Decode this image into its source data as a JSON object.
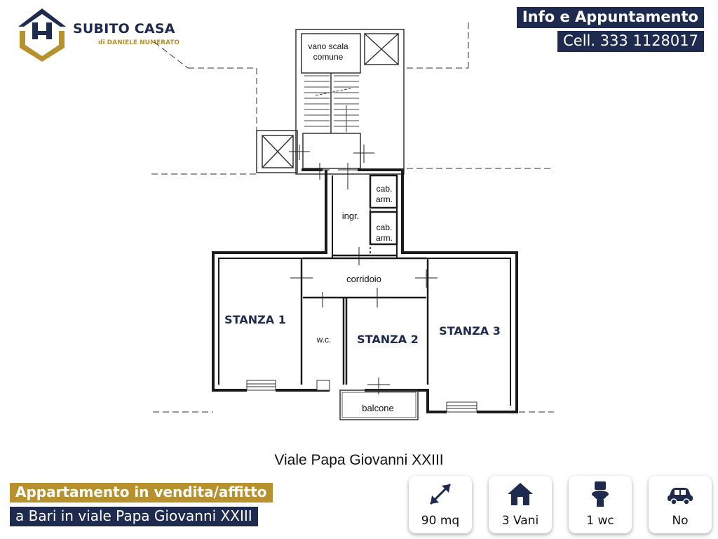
{
  "logo": {
    "name": "SUBITO CASA",
    "tagline": "di DANIELE NUMERATO"
  },
  "contact": {
    "title": "Info e Appuntamento",
    "phone": "Cell. 333 1128017"
  },
  "plan": {
    "labels": {
      "stair_line1": "vano scala",
      "stair_line2": "comune",
      "cab1_line1": "cab.",
      "cab1_line2": "arm.",
      "cab2_line1": "cab.",
      "cab2_line2": "arm.",
      "entrance": "ingr.",
      "corridor": "corridoio",
      "room1": "STANZA 1",
      "wc": "w.c.",
      "room2": "STANZA 2",
      "room3": "STANZA 3",
      "balcony": "balcone"
    },
    "street": "Viale Papa Giovanni XXIII"
  },
  "listing": {
    "title": "Appartamento in vendita/affitto",
    "location": "a Bari in viale Papa Giovanni XXIII"
  },
  "features": [
    {
      "icon": "diagonal-arrow-icon",
      "value": "90 mq"
    },
    {
      "icon": "house-icon",
      "value": "3 Vani"
    },
    {
      "icon": "toilet-icon",
      "value": "1 wc"
    },
    {
      "icon": "car-icon",
      "value": "No"
    }
  ],
  "colors": {
    "navy": "#1f2a4f",
    "gold": "#b8912f",
    "wall": "#1a1a1a"
  }
}
